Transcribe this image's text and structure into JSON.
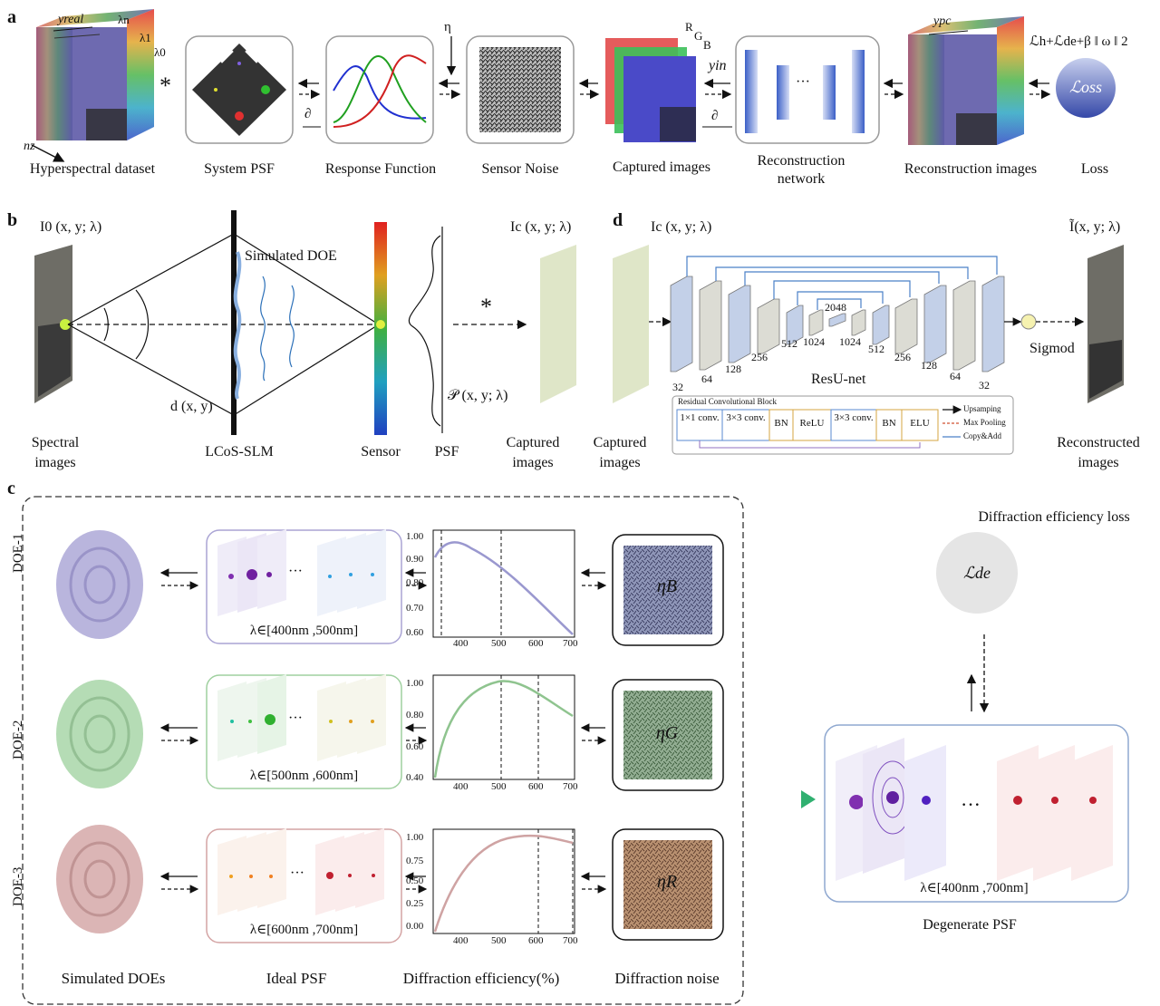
{
  "panels": {
    "a": "a",
    "b": "b",
    "c": "c",
    "d": "d"
  },
  "panel_a": {
    "captions": [
      "Hyperspectral dataset",
      "System PSF",
      "Response Function",
      "Sensor Noise",
      "Captured  images",
      "Reconstruction network",
      "Reconstruction images",
      "Loss"
    ],
    "loss_formula": "ℒh+ℒde+β ‖ ω ‖ 2",
    "loss_circle": "ℒoss",
    "eta": "η",
    "y_in": "yin",
    "y_real": "yreal",
    "y_pc": "ypc",
    "n_z": "nz",
    "lambdas": [
      "λn",
      "λ1",
      "λ0"
    ],
    "rgb": [
      "R",
      "G",
      "B"
    ],
    "dots": "···",
    "conv": "*"
  },
  "panel_b": {
    "input_label": "I0 (x, y; λ)",
    "doe_label": "Simulated DOE",
    "d_label": "d (x, y)",
    "psf_label": "𝒫 (x, y; λ)",
    "captured_label": "Ic (x, y; λ)",
    "captions": [
      "Spectral images",
      "LCoS-SLM",
      "Sensor",
      "PSF",
      "Captured images"
    ]
  },
  "panel_d": {
    "input_label": "Ic (x, y; λ)",
    "output_label": "Ĩ(x, y; λ)",
    "net_name": "ResU-net",
    "sigmoid": "Sigmod",
    "channels": [
      "32",
      "64",
      "128",
      "256",
      "512",
      "1024",
      "2048",
      "1024",
      "512",
      "256",
      "128",
      "64",
      "32"
    ],
    "block_title": "Residual Convolutional Block",
    "block_cells": [
      "1×1 conv.",
      "3×3 conv.",
      "BN",
      "ReLU",
      "3×3 conv.",
      "BN",
      "ELU"
    ],
    "legend": [
      "Upsamping",
      "Max Pooling",
      "Copy&Add"
    ],
    "captions": [
      "Captured images",
      "Reconstructed images"
    ]
  },
  "panel_c": {
    "rows": [
      {
        "name": "DOE-1",
        "range": "λ∈[400nm ,500nm]",
        "noise": "ηB",
        "yticks": [
          "1.00",
          "0.90",
          "0.80",
          "0.70",
          "0.60"
        ]
      },
      {
        "name": "DOE-2",
        "range": "λ∈[500nm ,600nm]",
        "noise": "ηG",
        "yticks": [
          "1.00",
          "0.80",
          "0.60",
          "0.40"
        ]
      },
      {
        "name": "DOE-3",
        "range": "λ∈[600nm ,700nm]",
        "noise": "ηR",
        "yticks": [
          "1.00",
          "0.75",
          "0.50",
          "0.25",
          "0.00"
        ]
      }
    ],
    "xticks": [
      "400",
      "500",
      "600",
      "700"
    ],
    "bottom_captions": [
      "Simulated DOEs",
      "Ideal PSF",
      "Diffraction efficiency(%)",
      "Diffraction noise"
    ],
    "de_loss_title": "Diffraction efficiency loss",
    "de_loss_symbol": "ℒde",
    "degenerate_range": "λ∈[400nm ,700nm]",
    "degenerate_caption": "Degenerate PSF"
  },
  "colors": {
    "blue": "#8c84c8",
    "green": "#7fbf7f",
    "red": "#c98a8a",
    "accent_arrow": "#26b7c9"
  }
}
